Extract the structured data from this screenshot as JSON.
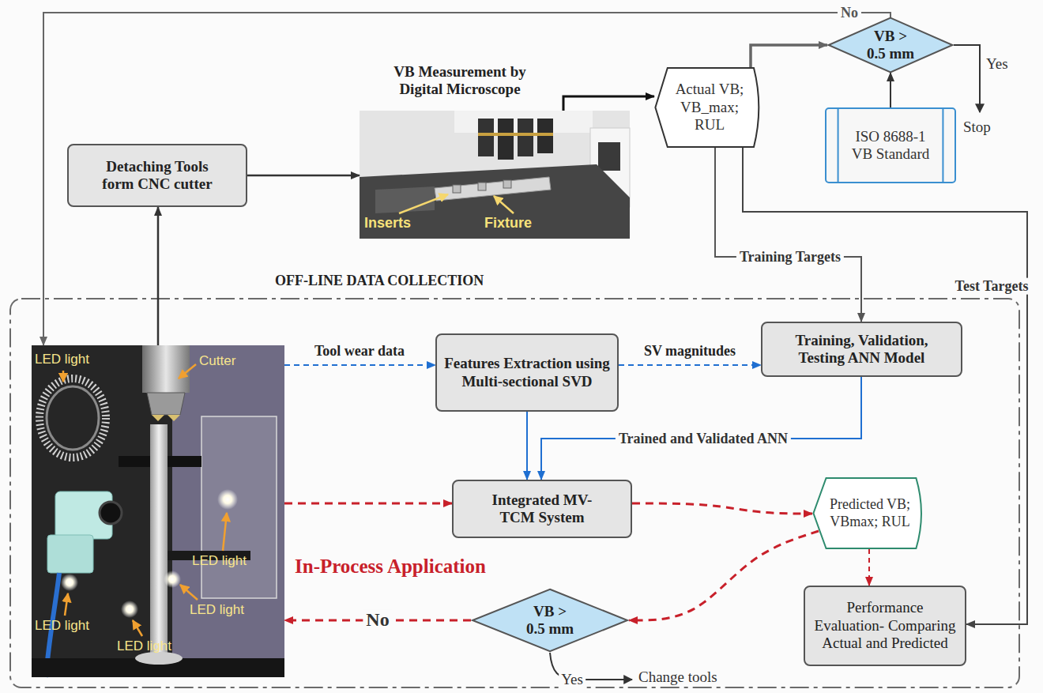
{
  "diagram": {
    "nodes": [
      {
        "text": [
          "VB Measurement by Digital Microscope",
          "Inserts",
          "Fixture"
        ]
      },
      {
        "text": [
          "Actual VB; VB_max; RUL"
        ]
      },
      {
        "text": [
          "VB > 0.5 mm"
        ]
      },
      {
        "text": [
          "Detaching Tools form CNC cutter"
        ]
      },
      {
        "text": [
          "ISO 8688-1 VB Standard"
        ]
      },
      {
        "text": [
          "LED light",
          "Cutter",
          "LED light",
          "LED light",
          "LED light",
          "LED light"
        ]
      },
      {
        "text": [
          "Features Extraction using Multi-sectional SVD"
        ]
      },
      {
        "text": [
          "Training, Validation, Testing ANN Model"
        ]
      },
      {
        "text": [
          "Integrated MV-TCM System"
        ]
      },
      {
        "text": [
          "Predicted VB; VBmax; RUL"
        ]
      },
      {
        "text": [
          "VB > 0.5 mm"
        ]
      },
      {
        "text": [
          "Performance Evaluation- Comparing Actual and Predicted"
        ]
      }
    ],
    "edges": [
      {
        "from": 5,
        "to": 3,
        "arrow": "to"
      },
      {
        "from": 3,
        "to": 0,
        "arrow": "to"
      },
      {
        "from": 0,
        "to": 1,
        "arrow": "to"
      },
      {
        "from": 1,
        "to": 2,
        "arrow": "to"
      },
      {
        "from": 4,
        "to": 2,
        "arrow": "to"
      },
      {
        "from": 2,
        "to": 5,
        "label": "No",
        "arrow": "to"
      },
      {
        "from": 1,
        "to": 7,
        "label": "Training Targets",
        "arrow": "to"
      },
      {
        "from": 1,
        "to": 11,
        "label": "Test Targets",
        "arrow": "to"
      },
      {
        "from": 5,
        "to": 6,
        "label": "Tool wear data",
        "arrow": "to"
      },
      {
        "from": 6,
        "to": 7,
        "label": "SV magnitudes",
        "arrow": "to"
      },
      {
        "from": 6,
        "to": 8,
        "arrow": "to"
      },
      {
        "from": 7,
        "to": 8,
        "label": "Trained and Validated ANN",
        "arrow": "to"
      },
      {
        "from": 5,
        "to": 8,
        "arrow": "to"
      },
      {
        "from": 8,
        "to": 9,
        "arrow": "to"
      },
      {
        "from": 9,
        "to": 10,
        "arrow": "to"
      },
      {
        "from": 9,
        "to": 11,
        "arrow": "to"
      },
      {
        "from": 10,
        "to": 5,
        "label": "No",
        "arrow": "to"
      }
    ],
    "labels": [
      "OFF-LINE DATA COLLECTION",
      "In-Process Application",
      "Yes",
      "Stop",
      "Yes",
      "Change tools"
    ]
  }
}
